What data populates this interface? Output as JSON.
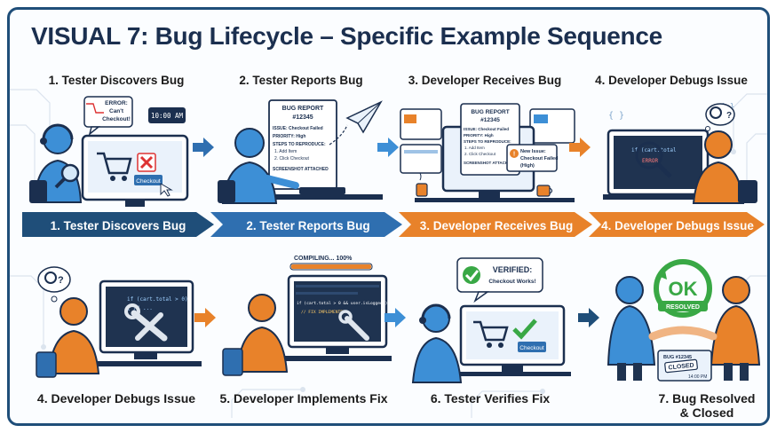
{
  "title": "VISUAL 7: Bug Lifecycle – Specific Example Sequence",
  "colors": {
    "navy": "#1f4e79",
    "blue": "#2f6fb0",
    "light_blue": "#3d8fd6",
    "orange": "#e8822a",
    "dark_orange": "#d86a18"
  },
  "top_steps": [
    {
      "label": "1. Tester Discovers Bug"
    },
    {
      "label": "2. Tester Reports Bug"
    },
    {
      "label": "3. Developer Receives Bug"
    },
    {
      "label": "4. Developer Debugs Issue"
    }
  ],
  "banner": [
    {
      "label": "1. Tester Discovers Bug"
    },
    {
      "label": "2. Tester Reports Bug"
    },
    {
      "label": "3. Developer Receives Bug"
    },
    {
      "label": "4. Developer Debugs Issue"
    }
  ],
  "bottom_steps": [
    {
      "label": "4. Developer Debugs Issue"
    },
    {
      "label": "5. Developer Implements Fix"
    },
    {
      "label": "6. Tester Verifies Fix"
    },
    {
      "label": "7. Bug Resolved & Closed"
    }
  ],
  "scene1": {
    "error_line1": "ERROR:",
    "error_line2": "Can't",
    "error_line3": "Checkout!",
    "clock": "10:00 AM",
    "checkout_button": "Checkout"
  },
  "scene2": {
    "doc_title": "BUG REPORT",
    "doc_id": "#12345",
    "issue": "ISSUE: Checkout Failed",
    "priority": "PRIORITY: High",
    "steps_title": "STEPS TO REPRODUCE:",
    "step1": "1. Add Item",
    "step2": "2. Click Checkout",
    "screenshot": "SCREENSHOT ATTACHED"
  },
  "scene3": {
    "doc_title": "BUG REPORT",
    "doc_id": "#12345",
    "issue": "ISSUE: Checkout Failed",
    "priority": "PRIORITY: High",
    "steps_title": "STEPS TO REPRODUCE:",
    "step1": "1. Add Item",
    "step2": "2. Click Checkout",
    "screenshot": "SCREENSHOT ATTACHED",
    "notif_line1": "New Issue:",
    "notif_line2": "Checkout Failed",
    "notif_line3": "(High)"
  },
  "scene4": {
    "code1": "if (cart.total",
    "code2": "ERROR"
  },
  "scene5": {
    "code1": "if (cart.total > 0)",
    "code2": "{ // ..."
  },
  "scene6": {
    "compiling": "COMPILING... 100%",
    "code1": "if (cart.total > 0 && user.isLogged()) {",
    "code2": "// FIX IMPLEMENTED"
  },
  "scene7": {
    "verified_line1": "VERIFIED:",
    "verified_line2": "Checkout Works!",
    "checkout_button": "Checkout"
  },
  "scene8": {
    "ok": "OK",
    "resolved": "RESOLVED",
    "ticket_id": "BUG #12345",
    "closed": "CLOSED",
    "ticket_time": "14:00 PM"
  }
}
